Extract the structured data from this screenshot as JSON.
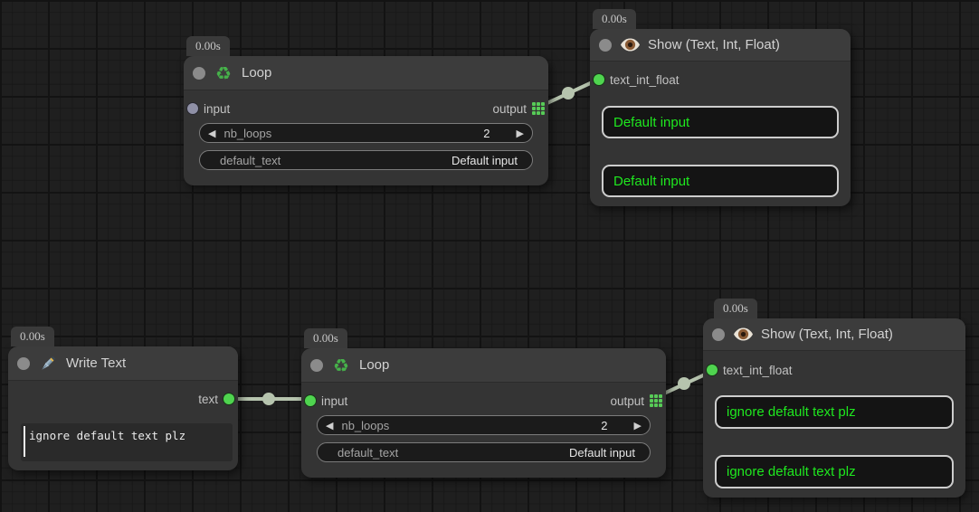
{
  "editor": {
    "background": "#1f1f1f",
    "link_color": "#b6c4ae",
    "accent_green": "#55cc55",
    "display_text_color": "#1fe81f"
  },
  "ui": {
    "arrow_left": "◀",
    "arrow_right": "▶",
    "recycle_glyph": "♻"
  },
  "nodes": [
    {
      "timer": "0.00s",
      "title": "Loop",
      "icon": "recycle-icon",
      "input_label": "input",
      "output_label": "output",
      "widgets": {
        "nb_loops_label": "nb_loops",
        "nb_loops_value": "2",
        "default_text_label": "default_text",
        "default_text_value": "Default input"
      }
    },
    {
      "timer": "0.00s",
      "title": "Show (Text, Int, Float)",
      "icon": "eye-icon",
      "input_label": "text_int_float",
      "display_values": [
        "Default input",
        "Default input"
      ]
    },
    {
      "timer": "0.00s",
      "title": "Write Text",
      "icon": "pen-icon",
      "output_label": "text",
      "text_value": "ignore default text plz"
    },
    {
      "timer": "0.00s",
      "title": "Loop",
      "icon": "recycle-icon",
      "input_label": "input",
      "output_label": "output",
      "widgets": {
        "nb_loops_label": "nb_loops",
        "nb_loops_value": "2",
        "default_text_label": "default_text",
        "default_text_value": "Default input"
      }
    },
    {
      "timer": "0.00s",
      "title": "Show (Text, Int, Float)",
      "icon": "eye-icon",
      "input_label": "text_int_float",
      "display_values": [
        "ignore default text plz",
        "ignore default text plz"
      ]
    }
  ]
}
